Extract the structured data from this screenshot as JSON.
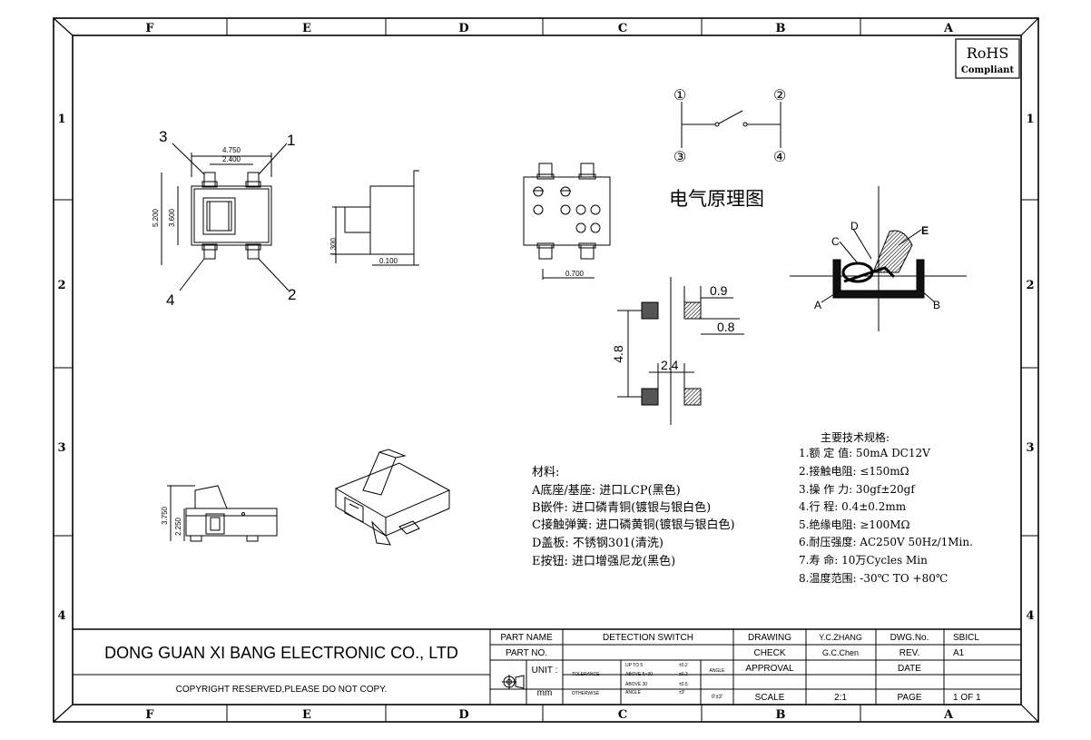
{
  "border": {
    "columns": [
      "F",
      "E",
      "D",
      "C",
      "B",
      "A"
    ],
    "rows": [
      "1",
      "2",
      "3",
      "4"
    ]
  },
  "rohs": {
    "line1": "RoHS",
    "line2": "Compliant"
  },
  "top_view": {
    "pin_labels": [
      "3",
      "1",
      "4",
      "2"
    ],
    "dims": [
      "4.750",
      "2.400",
      "5.200",
      "3.600"
    ]
  },
  "side_view": {
    "dims": [
      "1.300",
      "0.100"
    ]
  },
  "bottom_view": {
    "dims": [
      "0.700"
    ]
  },
  "footprint": {
    "dims": [
      "0.9",
      "0.8",
      "4.8",
      "2.4"
    ]
  },
  "front_view": {
    "dims": [
      "3.750",
      "2.250"
    ]
  },
  "schematic": {
    "pins": [
      "①",
      "②",
      "③",
      "④"
    ],
    "title": "电气原理图"
  },
  "section": {
    "labels": [
      "D",
      "E",
      "C",
      "A",
      "B"
    ]
  },
  "materials": {
    "heading": "材料:",
    "items": [
      "A底座/基座: 进口LCP(黑色)",
      "B嵌件: 进口磷青铜(镀银与银白色)",
      "C接触弹簧: 进口磷黄铜(镀银与银白色)",
      "D盖板: 不锈钢301(清洗)",
      "E按钮: 进口增强尼龙(黑色)"
    ]
  },
  "specs": {
    "heading": "主要技术规格:",
    "items": [
      "1.额 定 值: 50mA DC12V",
      "2.接触电阻: ≤150mΩ",
      "3.操 作 力: 30gf±20gf",
      "4.行    程: 0.4±0.2mm",
      "5.绝缘电阻: ≥100MΩ",
      "6.耐压强度: AC250V 50Hz/1Min.",
      "7.寿    命: 10万Cycles Min",
      "8.温度范围: -30℃ TO +80℃"
    ]
  },
  "title_block": {
    "company": "DONG GUAN XI BANG ELECTRONIC CO., LTD",
    "copyright": "COPYRIGHT RESERVED,PLEASE DO NOT COPY.",
    "part_name_label": "PART NAME",
    "part_name": "DETECTION SWITCH",
    "part_no_label": "PART NO.",
    "unit_label": "UNIT :",
    "unit": "mm",
    "tolerance_label": "TOLERANCE",
    "otherwise_label": "OTHERWISE",
    "tol_rows": [
      {
        "range": "UP TO 5",
        "val": "±0.2"
      },
      {
        "range": "ABOVE 5~30",
        "val": "±0.3"
      },
      {
        "range": "ABOVE 30",
        "val": "±0.5"
      },
      {
        "range": "ANGLE",
        "val": "±3'"
      }
    ],
    "angle_label": "ANGLE",
    "angle_value": "0'±3'",
    "drawing_label": "DRAWING",
    "drawing_by": "Y.C.ZHANG",
    "check_label": "CHECK",
    "check_by": "G.C.Chen",
    "approval_label": "APPROVAL",
    "scale_label": "SCALE",
    "scale": "2:1",
    "dwg_no_label": "DWG.No.",
    "dwg_no": "SBICL",
    "rev_label": "REV.",
    "rev": "A1",
    "date_label": "DATE",
    "page_label": "PAGE",
    "page": "1 OF 1"
  }
}
